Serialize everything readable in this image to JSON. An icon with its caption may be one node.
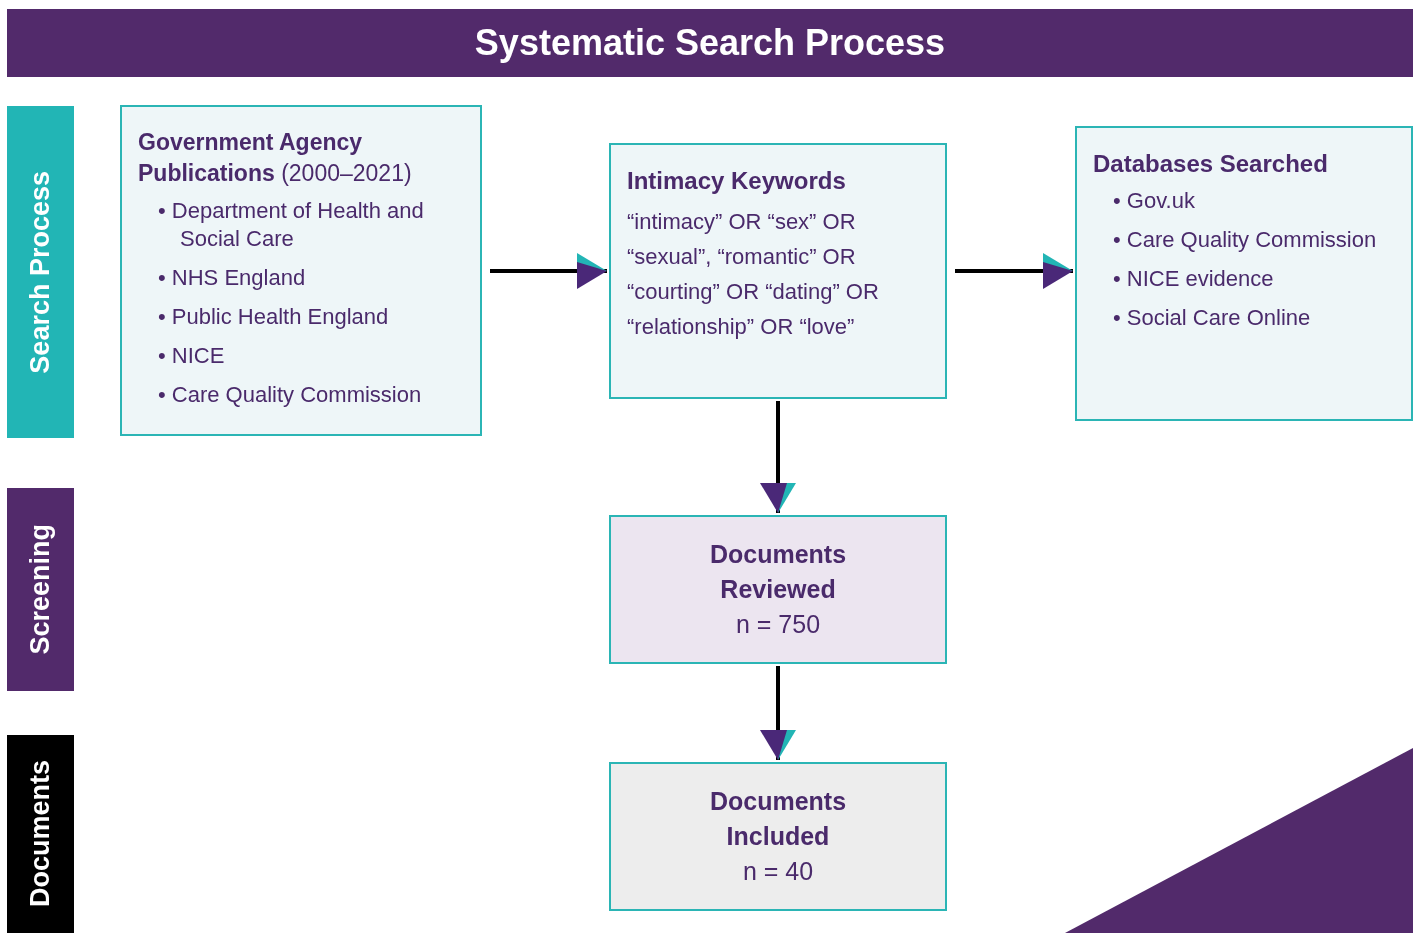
{
  "diagram": {
    "title": "Systematic Search Process",
    "nodes": [
      {
        "text": [
          "Search Process"
        ]
      },
      {
        "text": [
          "Screening"
        ]
      },
      {
        "text": [
          "Documents"
        ]
      },
      {
        "text": [
          "**Government Agency Publications** (2000–2021)",
          "• Department of Health and Social Care",
          "• NHS England",
          "• Public Health England",
          "• NICE",
          "• Care Quality Commission"
        ]
      },
      {
        "text": [
          "Intimacy Keywords",
          "“intimacy” OR “sex” OR “sexual”, “romantic” OR “courting” OR “dating” OR “relationship” OR “love”"
        ]
      },
      {
        "text": [
          "Databases Searched",
          "• Gov.uk",
          "• Care Quality Commission",
          "• NICE evidence",
          "• Social Care Online"
        ]
      },
      {
        "text": [
          "Documents Reviewed",
          "n = 750"
        ]
      },
      {
        "text": [
          "Documents Included",
          "n = 40"
        ]
      }
    ],
    "edges": [
      {
        "from": 3,
        "to": 4,
        "arrow": "to"
      },
      {
        "from": 4,
        "to": 5,
        "arrow": "to"
      },
      {
        "from": 4,
        "to": 6,
        "arrow": "to"
      },
      {
        "from": 6,
        "to": 7,
        "arrow": "to"
      }
    ]
  }
}
